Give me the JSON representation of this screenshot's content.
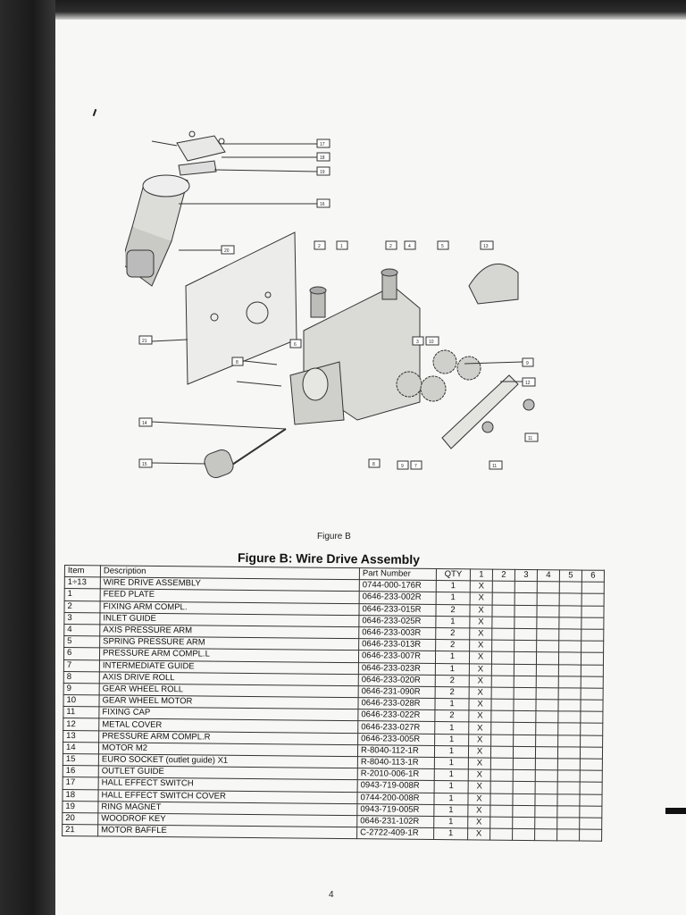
{
  "figure_caption": "Figure B",
  "figure_title": "Figure B: Wire Drive Assembly",
  "page_number": "4",
  "columns": [
    "Item",
    "Description",
    "Part Number",
    "QTY",
    "1",
    "2",
    "3",
    "4",
    "5",
    "6"
  ],
  "rows": [
    {
      "item": "1÷13",
      "desc": "WIRE DRIVE ASSEMBLY",
      "part": "0744-000-176R",
      "qty": "1",
      "c1": "X"
    },
    {
      "item": "1",
      "desc": "FEED PLATE",
      "part": "0646-233-002R",
      "qty": "1",
      "c1": "X"
    },
    {
      "item": "2",
      "desc": "FIXING ARM COMPL.",
      "part": "0646-233-015R",
      "qty": "2",
      "c1": "X"
    },
    {
      "item": "3",
      "desc": "INLET GUIDE",
      "part": "0646-233-025R",
      "qty": "1",
      "c1": "X"
    },
    {
      "item": "4",
      "desc": "AXIS PRESSURE ARM",
      "part": "0646-233-003R",
      "qty": "2",
      "c1": "X"
    },
    {
      "item": "5",
      "desc": "SPRING PRESSURE ARM",
      "part": "0646-233-013R",
      "qty": "2",
      "c1": "X"
    },
    {
      "item": "6",
      "desc": "PRESSURE ARM COMPL.L",
      "part": "0646-233-007R",
      "qty": "1",
      "c1": "X"
    },
    {
      "item": "7",
      "desc": "INTERMEDIATE GUIDE",
      "part": "0646-233-023R",
      "qty": "1",
      "c1": "X"
    },
    {
      "item": "8",
      "desc": "AXIS DRIVE ROLL",
      "part": "0646-233-020R",
      "qty": "2",
      "c1": "X"
    },
    {
      "item": "9",
      "desc": "GEAR WHEEL ROLL",
      "part": "0646-231-090R",
      "qty": "2",
      "c1": "X"
    },
    {
      "item": "10",
      "desc": "GEAR WHEEL MOTOR",
      "part": "0646-233-028R",
      "qty": "1",
      "c1": "X"
    },
    {
      "item": "11",
      "desc": "FIXING CAP",
      "part": "0646-233-022R",
      "qty": "2",
      "c1": "X"
    },
    {
      "item": "12",
      "desc": "METAL COVER",
      "part": "0646-233-027R",
      "qty": "1",
      "c1": "X"
    },
    {
      "item": "13",
      "desc": "PRESSURE ARM COMPL.R",
      "part": "0646-233-005R",
      "qty": "1",
      "c1": "X"
    },
    {
      "item": "14",
      "desc": "MOTOR M2",
      "part": "R-8040-112-1R",
      "qty": "1",
      "c1": "X"
    },
    {
      "item": "15",
      "desc": "EURO SOCKET (outlet guide) X1",
      "part": "R-8040-113-1R",
      "qty": "1",
      "c1": "X"
    },
    {
      "item": "16",
      "desc": "OUTLET GUIDE",
      "part": "R-2010-006-1R",
      "qty": "1",
      "c1": "X"
    },
    {
      "item": "17",
      "desc": "HALL EFFECT SWITCH",
      "part": "0943-719-008R",
      "qty": "1",
      "c1": "X"
    },
    {
      "item": "18",
      "desc": "HALL EFFECT SWITCH COVER",
      "part": "0744-200-008R",
      "qty": "1",
      "c1": "X"
    },
    {
      "item": "19",
      "desc": "RING MAGNET",
      "part": "0943-719-005R",
      "qty": "1",
      "c1": "X"
    },
    {
      "item": "20",
      "desc": "WOODROF KEY",
      "part": "0646-231-102R",
      "qty": "1",
      "c1": "X"
    },
    {
      "item": "21",
      "desc": "MOTOR BAFFLE",
      "part": "C-2722-409-1R",
      "qty": "1",
      "c1": "X"
    }
  ],
  "callouts": [
    "17",
    "18",
    "19",
    "16",
    "20",
    "21",
    "2",
    "1",
    "2",
    "4",
    "5",
    "13",
    "3",
    "10",
    "6",
    "9",
    "8",
    "12",
    "11",
    "14",
    "15",
    "8",
    "9",
    "7",
    "11"
  ]
}
